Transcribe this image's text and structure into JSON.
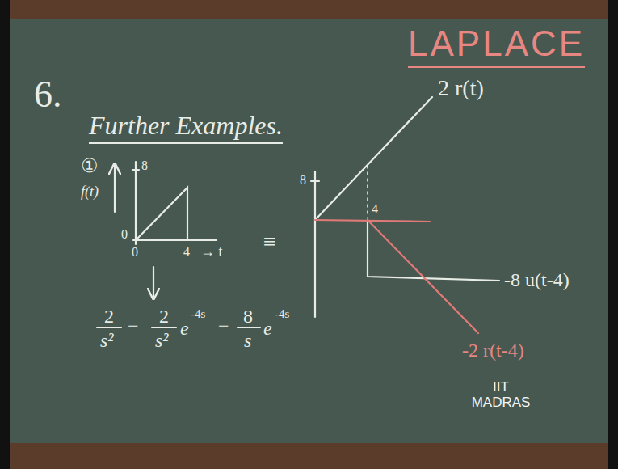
{
  "diagram": {
    "labels": [
      "LAPLACE",
      "6.",
      "Further Examples.",
      "①",
      "f(t)",
      "8",
      "0",
      "0",
      "4",
      "→ t",
      "2",
      "s²",
      "−",
      "2",
      "s²",
      "e",
      "-4s",
      "−",
      "8",
      "s",
      "e",
      "-4s",
      "≡",
      "8",
      "4",
      "2 r(t)",
      "-8 u(t-4)",
      "-2 r(t-4)",
      "IIT MADRAS"
    ]
  }
}
